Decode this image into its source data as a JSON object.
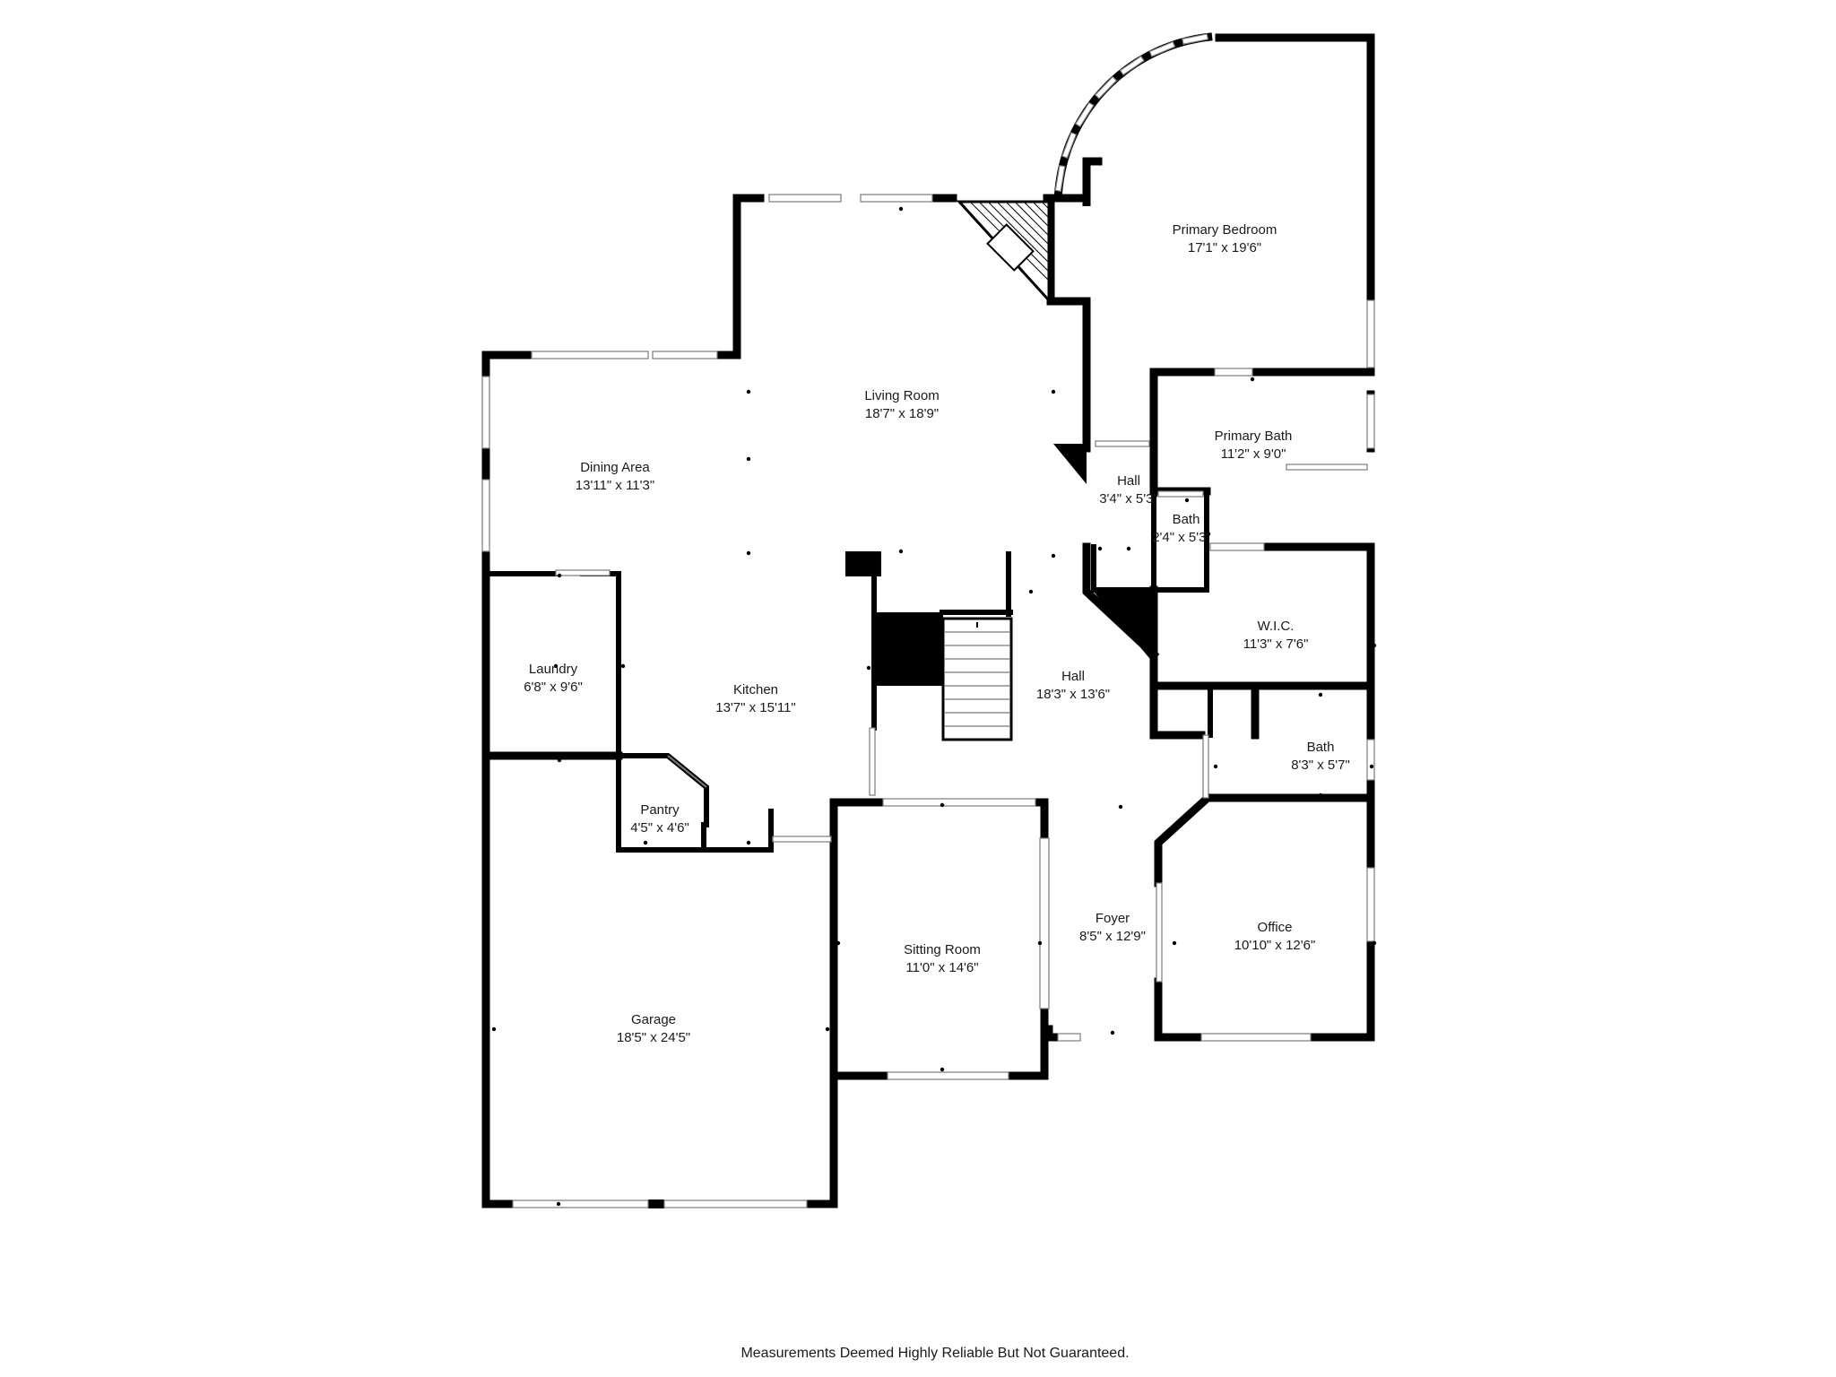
{
  "rooms": [
    {
      "id": "primary-bedroom",
      "name": "Primary Bedroom",
      "dims": "17'1\" x 19'6\""
    },
    {
      "id": "living-room",
      "name": "Living Room",
      "dims": "18'7\" x 18'9\""
    },
    {
      "id": "dining-area",
      "name": "Dining Area",
      "dims": "13'11\" x 11'3\""
    },
    {
      "id": "primary-bath",
      "name": "Primary Bath",
      "dims": "11'2\" x 9'0\""
    },
    {
      "id": "hall-small",
      "name": "Hall",
      "dims": "3'4\" x 5'3\""
    },
    {
      "id": "bath-small",
      "name": "Bath",
      "dims": "2'4\" x 5'3\""
    },
    {
      "id": "wic",
      "name": "W.I.C.",
      "dims": "11'3\" x 7'6\""
    },
    {
      "id": "laundry",
      "name": "Laundry",
      "dims": "6'8\" x 9'6\""
    },
    {
      "id": "kitchen",
      "name": "Kitchen",
      "dims": "13'7\" x 15'11\""
    },
    {
      "id": "hall-main",
      "name": "Hall",
      "dims": "18'3\" x 13'6\""
    },
    {
      "id": "bath",
      "name": "Bath",
      "dims": "8'3\" x 5'7\""
    },
    {
      "id": "pantry",
      "name": "Pantry",
      "dims": "4'5\" x 4'6\""
    },
    {
      "id": "foyer",
      "name": "Foyer",
      "dims": "8'5\" x 12'9\""
    },
    {
      "id": "office",
      "name": "Office",
      "dims": "10'10\" x 12'6\""
    },
    {
      "id": "sitting-room",
      "name": "Sitting Room",
      "dims": "11'0\" x 14'6\""
    },
    {
      "id": "garage",
      "name": "Garage",
      "dims": "18'5\" x 24'5\""
    }
  ],
  "disclaimer": "Measurements Deemed Highly Reliable But Not Guaranteed."
}
